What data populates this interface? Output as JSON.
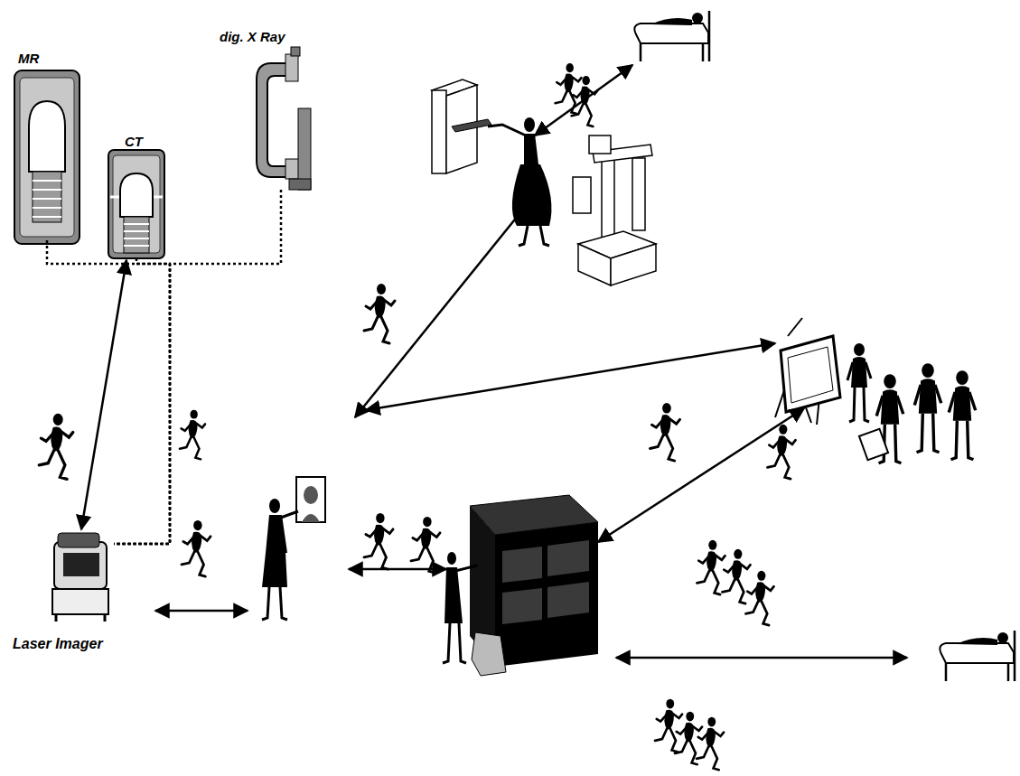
{
  "diagram": {
    "nodes": [
      {
        "text": [
          "MR"
        ]
      },
      {
        "text": [
          "CT"
        ]
      },
      {
        "text": [
          "dig. X Ray"
        ]
      },
      {
        "text": [
          "Laser Imager"
        ]
      }
    ],
    "edges": [
      {
        "from": 0,
        "to": 3,
        "arrow": "none"
      },
      {
        "from": 1,
        "to": 3,
        "arrow": "none"
      },
      {
        "from": 2,
        "to": 3,
        "arrow": "none"
      },
      {
        "from": 3,
        "to": 1,
        "arrow": "both"
      }
    ]
  }
}
